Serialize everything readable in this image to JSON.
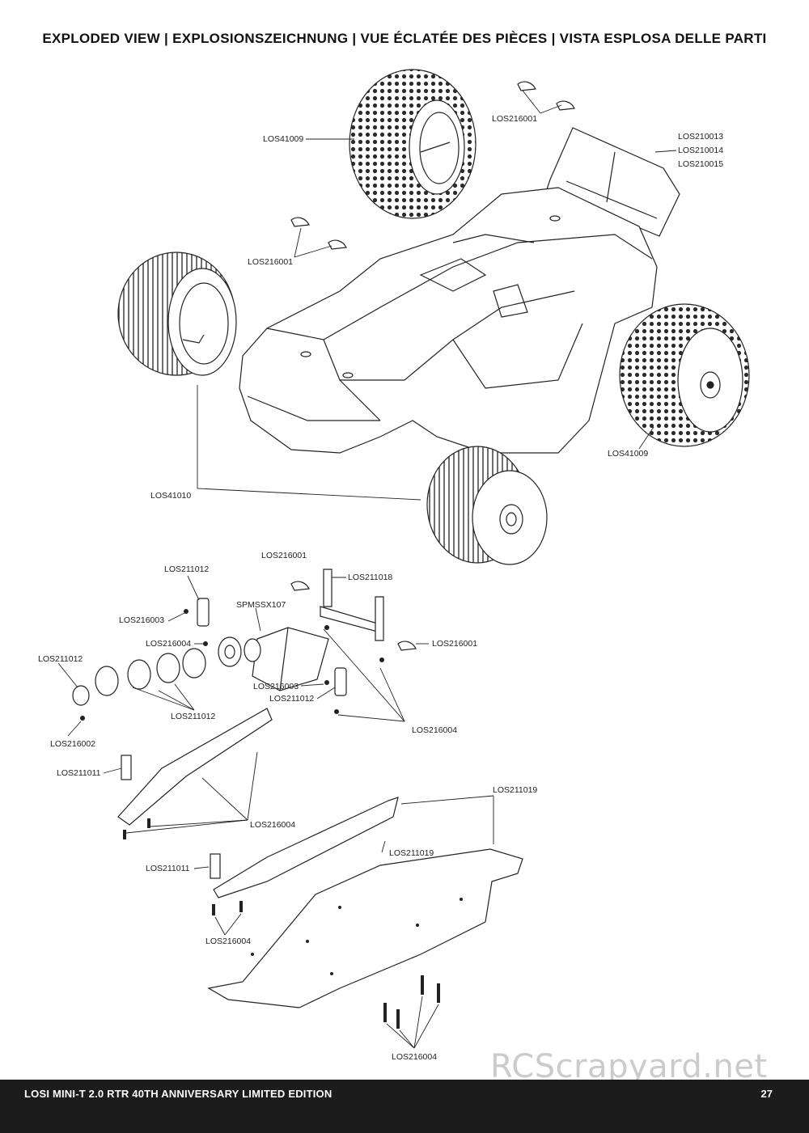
{
  "header": {
    "title": "EXPLODED VIEW | EXPLOSIONSZEICHNUNG | VUE ÉCLATÉE DES PIÈCES | VISTA ESPLOSA DELLE PARTI"
  },
  "labels": {
    "los216001_top": "LOS216001",
    "los41009_top": "LOS41009",
    "los210013": "LOS210013",
    "los210014": "LOS210014",
    "los210015": "LOS210015",
    "los216001_mid": "LOS216001",
    "los41009_right": "LOS41009",
    "los41010": "LOS41010",
    "los216001_servo": "LOS216001",
    "los211018": "LOS211018",
    "los211012_a": "LOS211012",
    "spmssx107": "SPMSSX107",
    "los216003_a": "LOS216003",
    "los216004_a": "LOS216004",
    "los216001_right": "LOS216001",
    "los211012_b": "LOS211012",
    "los216003_b": "LOS216003",
    "los211012_c": "LOS211012",
    "los211012_d": "LOS211012",
    "los216004_b": "LOS216004",
    "los216002": "LOS216002",
    "los211011_a": "LOS211011",
    "los216004_c": "LOS216004",
    "los211019_a": "LOS211019",
    "los211019_b": "LOS211019",
    "los211011_b": "LOS211011",
    "los216004_d": "LOS216004",
    "los216004_e": "LOS216004"
  },
  "footer": {
    "title": "LOSI MINI-T 2.0 RTR 40TH ANNIVERSARY LIMITED EDITION",
    "page": "27"
  },
  "watermark": "RCScrapyard.net"
}
